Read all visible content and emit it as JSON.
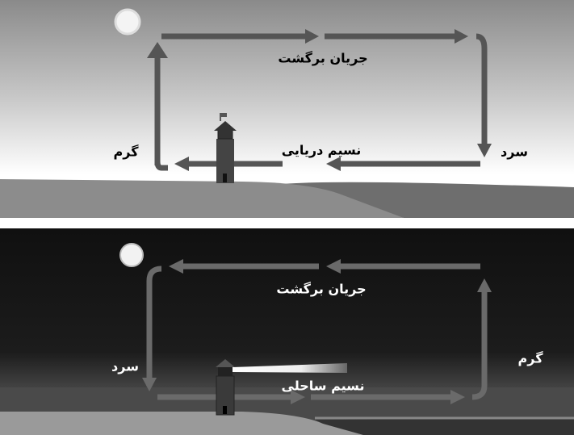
{
  "day": {
    "return_current": "جریان برگشت",
    "cold": "سرد",
    "warm": "گرم",
    "breeze": "نسیم دریایی"
  },
  "night": {
    "return_current": "جریان برگشت",
    "cold": "سرد",
    "warm": "گرم",
    "breeze": "نسیم ساحلی"
  },
  "colors": {
    "day_arrow": "#555555",
    "night_arrow": "#6a6a6a",
    "night_sky": "#141414"
  }
}
